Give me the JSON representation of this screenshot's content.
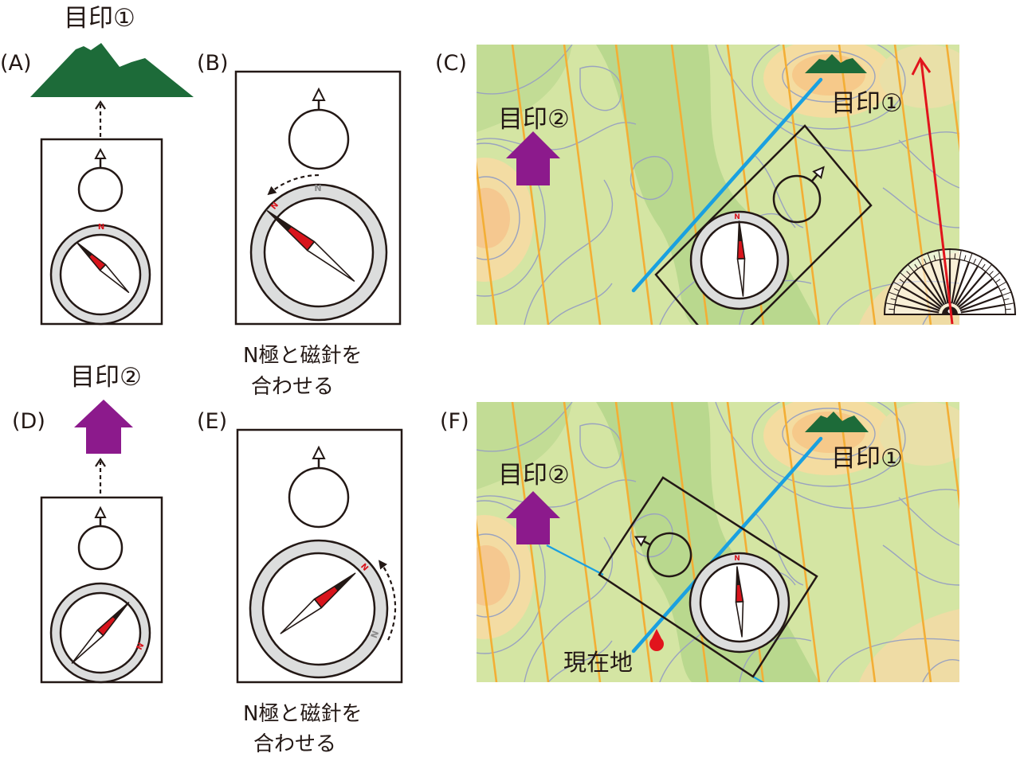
{
  "labels": {
    "a": "(A)",
    "b": "(B)",
    "c": "(C)",
    "d": "(D)",
    "e": "(E)",
    "f": "(F)"
  },
  "landmark_1": "目印①",
  "landmark_2": "目印②",
  "instruction": {
    "line1": "N極と磁針を",
    "line2": "合わせる"
  },
  "current_location": "現在地",
  "compass_north_mark": "N",
  "icons": {
    "landmark_1": "mountain-icon",
    "landmark_2": "arrow-up-icon",
    "current_location": "location-pin-icon",
    "compass": "compass-icon",
    "protractor": "protractor-icon"
  },
  "colors": {
    "mountain": "#1d6b39",
    "landmark_2_arrow": "#8c1a8c",
    "bearing_line": "#1aa0e0",
    "north_arrow": "#e1141c",
    "needle_north": "#d8141c",
    "location_pin": "#e1141c",
    "contour": "#9aa3bf",
    "magnetic_north_lines": "#f3ae35",
    "map_base": "#d4e5a3"
  }
}
